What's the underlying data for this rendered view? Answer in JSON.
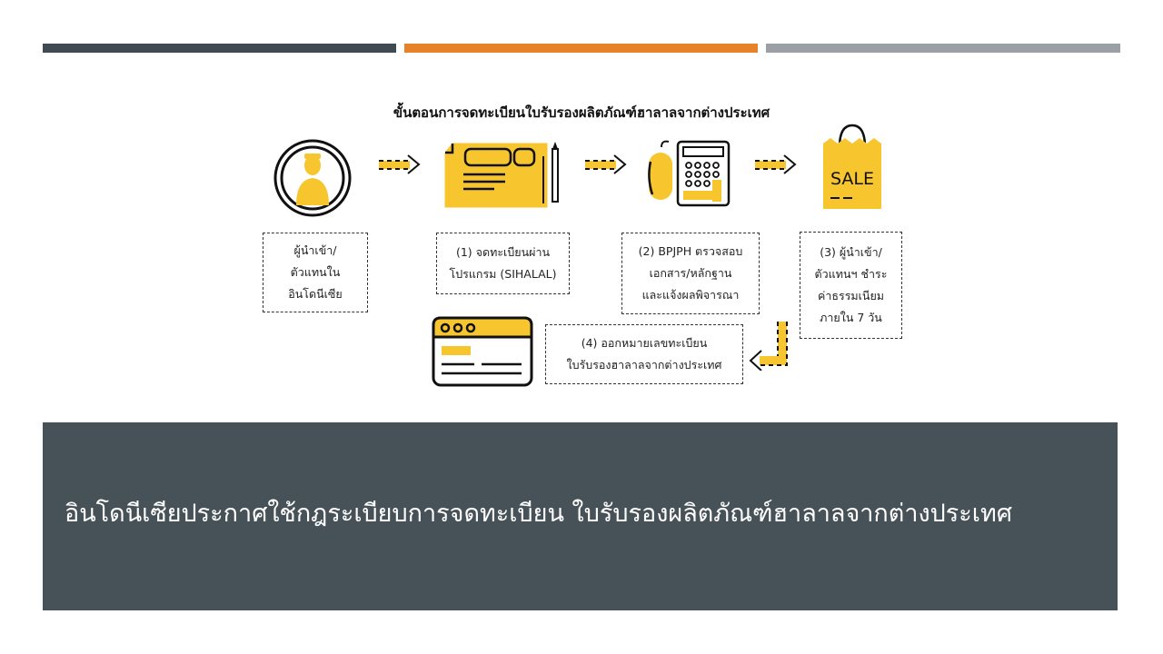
{
  "decor": {
    "top_bar_colors": [
      "#3f4a52",
      "#e8822a",
      "#9aa0a6"
    ],
    "icon_accent": "#f7c62f",
    "panel_color": "#475258"
  },
  "diagram": {
    "title": "ขั้นตอนการจดทะเบียนใบรับรองผลิตภัณฑ์ฮาลาลจากต่างประเทศ",
    "icons": [
      "person-icon",
      "form-document-icon",
      "mouse-calculator-icon",
      "sale-bag-icon",
      "certificate-card-icon"
    ],
    "steps": {
      "importer": {
        "lines": [
          "ผู้นำเข้า/",
          "ตัวแทนใน",
          "อินโดนีเซีย"
        ]
      },
      "step1": {
        "lines": [
          "(1) จดทะเบียนผ่าน",
          "โปรแกรม (SIHALAL)"
        ]
      },
      "step2": {
        "lines": [
          "(2) BPJPH ตรวจสอบ",
          "เอกสาร/หลักฐาน",
          "และแจ้งผลพิจารณา"
        ]
      },
      "step3": {
        "lines": [
          "(3) ผู้นำเข้า/",
          "ตัวแทนฯ ชำระ",
          "ค่าธรรมเนียม",
          "ภายใน 7 วัน"
        ]
      },
      "step4": {
        "lines": [
          "(4) ออกหมายเลขทะเบียน",
          "ใบรับรองฮาลาลจากต่างประเทศ"
        ]
      }
    },
    "sale_label": "SALE"
  },
  "caption": {
    "text": "อินโดนีเซียประกาศใช้กฎระเบียบการจดทะเบียน ใบรับรองผลิตภัณฑ์ฮาลาลจากต่างประเทศ"
  }
}
